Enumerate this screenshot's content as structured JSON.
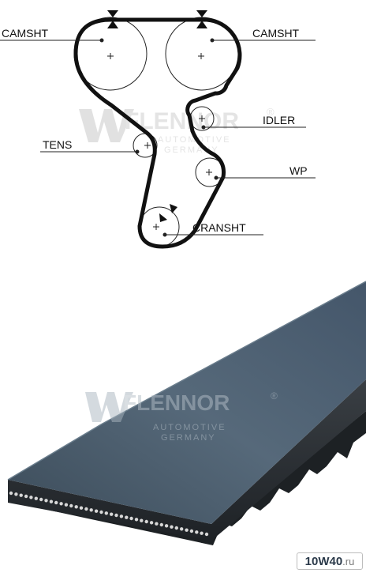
{
  "labels": {
    "camshaft_left": "CAMSHT",
    "camshaft_right": "CAMSHT",
    "idler": "IDLER",
    "tensioner": "TENS",
    "water_pump": "WP",
    "crankshaft": "CRANSHT"
  },
  "watermark": {
    "brand": "FLENNOR",
    "registered": "®",
    "line1": "AUTOMOTIVE",
    "line2": "GERMANY"
  },
  "badge": {
    "part1": "10",
    "part2": "W40",
    "part3": ".ru"
  },
  "colors": {
    "belt_path": "#111111",
    "belt_surface": "#4c5e6d",
    "belt_edge": "#2a2f33",
    "watermark": "#c9c9c9"
  }
}
